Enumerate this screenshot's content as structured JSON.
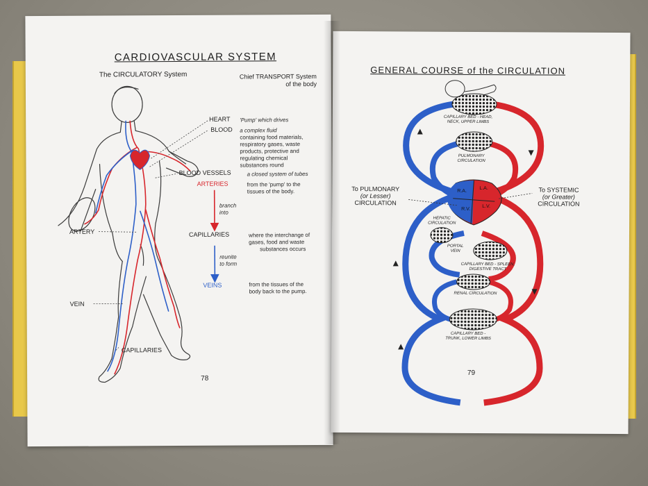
{
  "left_page": {
    "title": "CARDIOVASCULAR SYSTEM",
    "subtitle_left": "The CIRCULATORY System",
    "subtitle_right_1": "Chief TRANSPORT System",
    "subtitle_right_2": "of the body",
    "heart_label": "HEART",
    "heart_desc": "'Pump' which drives",
    "blood_label": "BLOOD",
    "blood_desc_1": "a complex fluid",
    "blood_desc_2": "containing food materials,",
    "blood_desc_3": "respiratory gases, waste",
    "blood_desc_4": "products, protective and",
    "blood_desc_5": "regulating chemical",
    "blood_desc_6": "substances round",
    "vessels_label": "BLOOD VESSELS",
    "vessels_desc": "a closed system of tubes",
    "arteries_label": "ARTERIES",
    "arteries_desc_1": "from the 'pump' to the",
    "arteries_desc_2": "tissues of the body.",
    "branch_1": "branch",
    "branch_2": "into",
    "capillaries_label": "CAPILLARIES",
    "capillaries_desc_1": "where the interchange of",
    "capillaries_desc_2": "gases, food and waste",
    "capillaries_desc_3": "substances occurs",
    "reunite_1": "reunite",
    "reunite_2": "to form",
    "veins_label": "VEINS",
    "veins_desc_1": "from the tissues of the",
    "veins_desc_2": "body back to the pump.",
    "artery_label": "ARTERY",
    "vein_label": "VEIN",
    "capillaries_bottom_label": "CAPILLARIES",
    "page_number": "78"
  },
  "right_page": {
    "title": "GENERAL COURSE of the CIRCULATION",
    "bed_head_1": "CAPILLARY BED - HEAD,",
    "bed_head_2": "NECK, UPPER LIMBS",
    "pulmonary_1": "PULMONARY",
    "pulmonary_2": "CIRCULATION",
    "to_pulmonary_1": "To PULMONARY",
    "to_pulmonary_2": "(or Lesser)",
    "to_pulmonary_3": "CIRCULATION",
    "to_systemic_1": "To SYSTEMIC",
    "to_systemic_2": "(or Greater)",
    "to_systemic_3": "CIRCULATION",
    "ra": "R.A.",
    "rv": "R.V.",
    "la": "L.A.",
    "lv": "L.V.",
    "hepatic_1": "HEPATIC",
    "hepatic_2": "CIRCULATION",
    "portal_1": "PORTAL",
    "portal_2": "VEIN",
    "bed_spleen_1": "CAPILLARY BED - SPLEEN,",
    "bed_spleen_2": "DIGESTIVE TRACT",
    "renal": "RENAL CIRCULATION",
    "bed_trunk_1": "CAPILLARY BED -",
    "bed_trunk_2": "TRUNK, LOWER LIMBS",
    "page_number": "79"
  },
  "colors": {
    "artery_red": "#d7262c",
    "vein_blue": "#2d5fc8",
    "cover_yellow": "#e8c84a",
    "paper": "#f4f3f1"
  }
}
